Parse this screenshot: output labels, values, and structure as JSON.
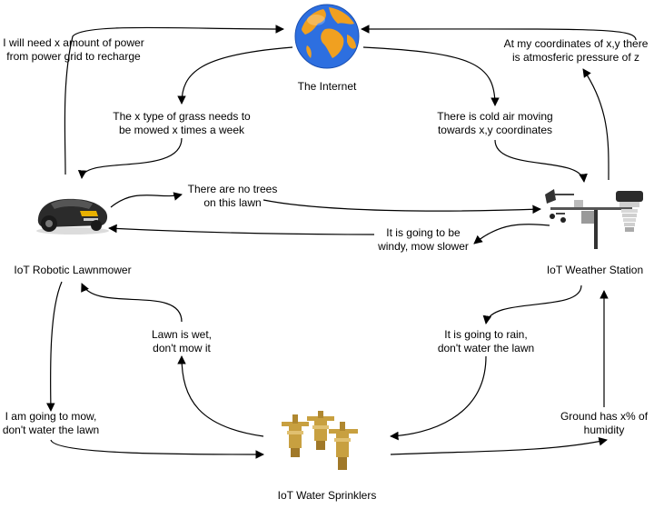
{
  "nodes": {
    "internet": {
      "label": "The Internet",
      "icon": "globe-icon"
    },
    "lawnmower": {
      "label": "IoT Robotic Lawnmower",
      "icon": "robotic-lawnmower-icon"
    },
    "weather": {
      "label": "IoT Weather Station",
      "icon": "weather-station-icon"
    },
    "sprinklers": {
      "label": "IoT Water Sprinklers",
      "icon": "sprinklers-icon"
    }
  },
  "messages": {
    "power": "I will need x amount of power\nfrom power grid to recharge",
    "grass": "The x type of grass needs to\nbe mowed x times a week",
    "pressure": "At my coordinates of x,y there\nis atmosferic pressure of z",
    "cold_air": "There is cold air moving\ntowards x,y coordinates",
    "no_trees": "There are no trees\non this lawn",
    "windy": "It is going to be\nwindy, mow slower",
    "lawn_wet": "Lawn is wet,\ndon't mow it",
    "rain": "It is going to rain,\ndon't water the lawn",
    "going_mow": "I am going to mow,\ndon't water the lawn",
    "humidity": "Ground has x% of\nhumidity"
  },
  "colors": {
    "ocean": "#2d6fe0",
    "land": "#f0a020",
    "mower_body": "#2b2b2b",
    "mower_accent": "#e8b000",
    "brass": "#c8a040",
    "station_gray": "#9a9a9a"
  }
}
